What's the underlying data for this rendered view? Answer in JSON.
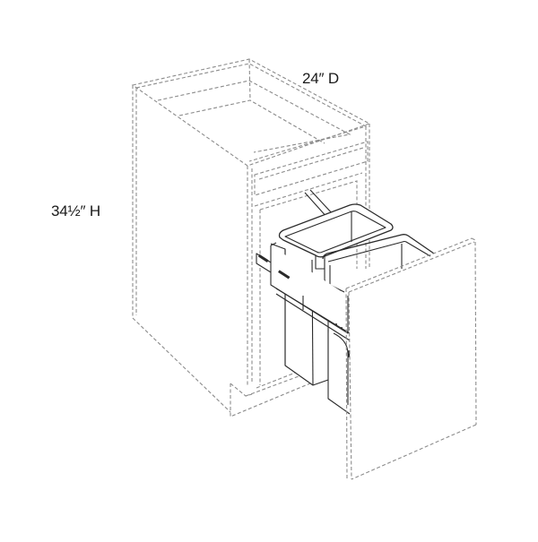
{
  "diagram": {
    "subject": "Base cabinet with pull-out double waste bin",
    "labels": {
      "depth": "24″ D",
      "height": "34½″ H"
    },
    "components": [
      {
        "name": "cabinet-box",
        "style": "dashed outline"
      },
      {
        "name": "top-drawer-rail",
        "style": "dashed outline"
      },
      {
        "name": "waste-bin-rear",
        "style": "solid outline"
      },
      {
        "name": "waste-bin-front",
        "style": "solid outline"
      },
      {
        "name": "drawer-slide",
        "style": "solid outline"
      },
      {
        "name": "door-front-panel",
        "style": "dashed outline"
      }
    ],
    "colors": {
      "dashed_line": "#8c8c8c",
      "solid_line": "#2a2a2a",
      "background": "#ffffff",
      "text": "#1a1a1a"
    }
  }
}
